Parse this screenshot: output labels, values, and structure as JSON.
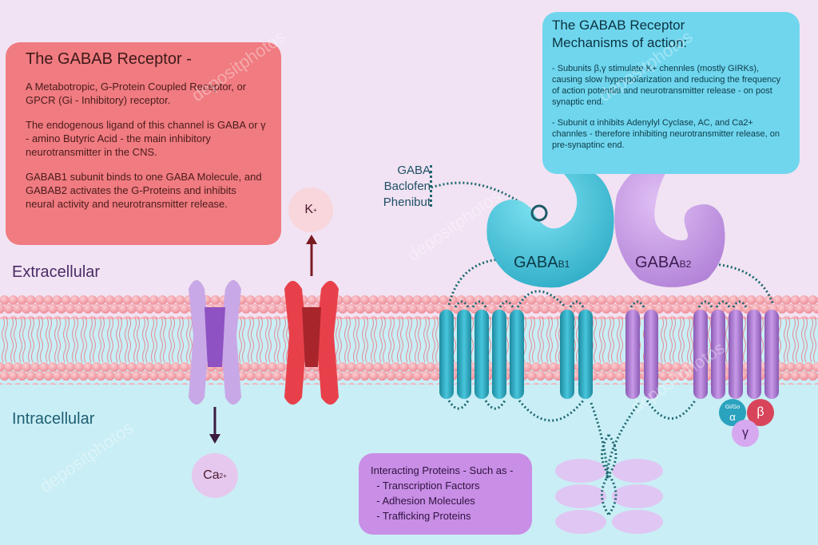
{
  "info_box": {
    "title": "The GABAB Receptor -",
    "paragraphs": [
      "A Metabotropic, G-Protein Coupled Receptor, or GPCR (Gi - Inhibitory) receptor.",
      "The endogenous ligand of this channel is GABA or  γ - amino Butyric Acid - the main inhibitory neurotransmitter in the CNS.",
      "GABAB1 subunit binds to one GABA Molecule, and GABAB2 activates the G-Proteins and inhibits neural activity and neurotransmitter release."
    ]
  },
  "mechanism_box": {
    "title": "The GABAB Receptor\nMechanisms of action:",
    "paragraphs": [
      "- Subunits β,γ stimulate K+ chennles (mostly GIRKs), causing slow hyperpolarization and reducing the frequency of action potential and neurotransmitter release - on post synaptic end.",
      "- Subunit α inhibits Adenylyl Cyclase, AC, and Ca2+ channles - therefore inhibiting neurotransmitter release, on pre-synaptinc end."
    ]
  },
  "interacting_box": {
    "lines": [
      "Interacting Proteins - Such as -",
      "  - Transcription Factors",
      "  - Adhesion Molecules",
      "  - Trafficking Proteins"
    ]
  },
  "regions": {
    "extracellular": "Extracellular",
    "intracellular": "Intracellular"
  },
  "ligands": [
    "GABA",
    "Baclofen",
    "Phenibut"
  ],
  "ions": {
    "potassium": "K",
    "potassium_charge": "+",
    "calcium": "Ca",
    "calcium_charge": "2+"
  },
  "subunits": {
    "b1": "GABA",
    "b1_sub": "B1",
    "b2": "GABA",
    "b2_sub": "B2"
  },
  "g_protein": {
    "alpha": "α",
    "alpha_tag": "Gi/Go",
    "beta": "β",
    "gamma": "γ"
  },
  "watermark": "depositphotos",
  "colors": {
    "extracellular_bg": "#f1e3f3",
    "intracellular_bg": "#c9eef5",
    "lipid_head": "#f2a0a8",
    "b1_subunit": "#3cc0d8",
    "b2_subunit": "#c98ee6",
    "k_channel": "#e8404a",
    "ca_channel": "#c4a0e0"
  }
}
